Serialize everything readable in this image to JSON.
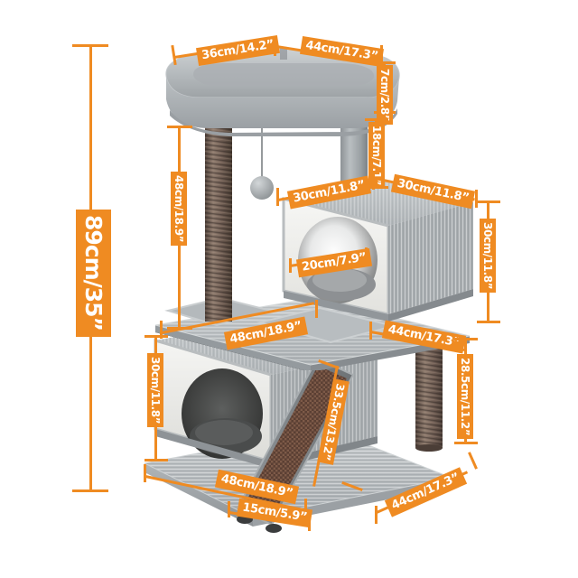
{
  "diagram": {
    "title": "Cat Tree Dimension Diagram",
    "background_color": "#ffffff",
    "accent_color": "#ef8b22",
    "label_text_color": "#ffffff"
  },
  "product": {
    "name": "multi-level cat tree tower",
    "parts": [
      {
        "name": "top-plush-bed",
        "material": "gray plush fabric"
      },
      {
        "name": "upper-sisal-post",
        "material": "sisal rope"
      },
      {
        "name": "upper-support-post",
        "material": "gray plush post"
      },
      {
        "name": "hanging-ball-toy",
        "material": "gray plush ball"
      },
      {
        "name": "upper-condo",
        "material": "gray wood with white panel"
      },
      {
        "name": "upper-condo-cushion",
        "material": "gray plush cushion"
      },
      {
        "name": "middle-platform",
        "material": "gray wood"
      },
      {
        "name": "lower-condo",
        "material": "gray wood with white panel"
      },
      {
        "name": "lower-condo-cushion",
        "material": "dark gray plush cushion"
      },
      {
        "name": "scratching-ramp",
        "material": "brown sisal mat"
      },
      {
        "name": "lower-sisal-post",
        "material": "sisal rope"
      },
      {
        "name": "base-board",
        "material": "gray wood"
      }
    ]
  },
  "measurements": [
    {
      "id": "overall-height",
      "text": "89cm/35”",
      "orientation": "vertical",
      "note": "total tower height"
    },
    {
      "id": "top-bed-width",
      "text": "36cm/14.2”",
      "orientation": "horizontal",
      "note": "top plush bed front width"
    },
    {
      "id": "top-bed-depth",
      "text": "44cm/17.3”",
      "orientation": "horizontal",
      "note": "top plush bed side depth"
    },
    {
      "id": "top-bed-rim-height",
      "text": "7cm/2.8”",
      "orientation": "vertical",
      "note": "plush bed rim height"
    },
    {
      "id": "top-post-height",
      "text": "18cm/7.1”",
      "orientation": "vertical",
      "note": "short support post height"
    },
    {
      "id": "upper-post-height",
      "text": "48cm/18.9”",
      "orientation": "vertical",
      "note": "tall sisal post height"
    },
    {
      "id": "upper-condo-width",
      "text": "30cm/11.8”",
      "orientation": "horizontal",
      "note": "upper condo top width"
    },
    {
      "id": "upper-condo-depth",
      "text": "30cm/11.8”",
      "orientation": "horizontal",
      "note": "upper condo top depth"
    },
    {
      "id": "upper-condo-height",
      "text": "30cm/11.8”",
      "orientation": "vertical",
      "note": "upper condo side height"
    },
    {
      "id": "upper-condo-hole",
      "text": "20cm/7.9”",
      "orientation": "horizontal",
      "note": "entrance hole diameter"
    },
    {
      "id": "middle-platform-width",
      "text": "48cm/18.9”",
      "orientation": "horizontal",
      "note": "middle platform width"
    },
    {
      "id": "middle-platform-depth",
      "text": "44cm/17.3”",
      "orientation": "horizontal",
      "note": "middle platform depth"
    },
    {
      "id": "lower-post-height",
      "text": "28.5cm/11.2”",
      "orientation": "vertical",
      "note": "lower sisal post height"
    },
    {
      "id": "lower-condo-height",
      "text": "30cm/11.8”",
      "orientation": "vertical",
      "note": "lower condo side height"
    },
    {
      "id": "ramp-length",
      "text": "33.5cm/13.2”",
      "orientation": "vertical",
      "note": "scratching ramp length"
    },
    {
      "id": "base-width",
      "text": "48cm/18.9”",
      "orientation": "horizontal",
      "note": "base board width"
    },
    {
      "id": "base-depth",
      "text": "44cm/17.3”",
      "orientation": "horizontal",
      "note": "base board depth"
    },
    {
      "id": "ramp-width",
      "text": "15cm/5.9”",
      "orientation": "horizontal",
      "note": "scratching ramp width"
    }
  ]
}
